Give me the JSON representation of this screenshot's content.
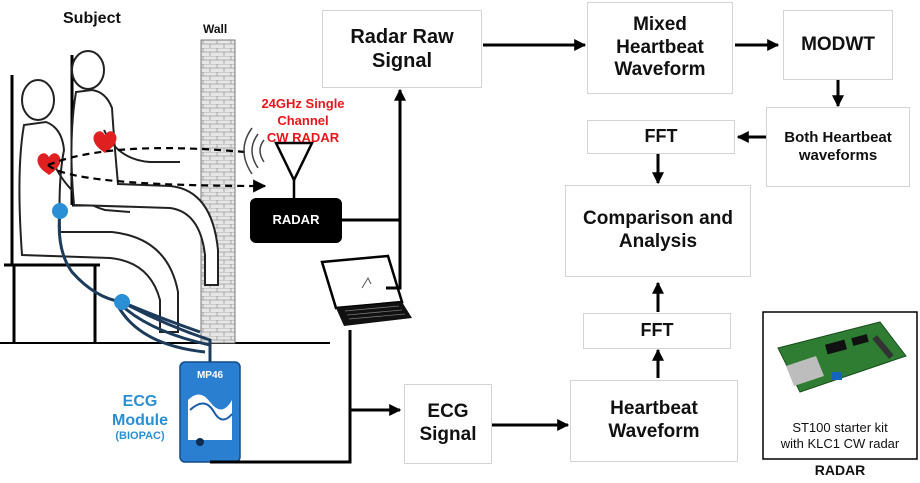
{
  "labels": {
    "subject": "Subject",
    "wall": "Wall",
    "radar_title_line1": "24GHz Single Channel",
    "radar_title_line2": "CW RADAR",
    "radar_box": "RADAR",
    "ecg_module_line1": "ECG",
    "ecg_module_line2": "Module",
    "ecg_module_brand": "(BIOPAC)",
    "device_model": "MP46",
    "kit_caption_line1": "ST100 starter kit",
    "kit_caption_line2": "with KLC1 CW radar",
    "kit_title": "RADAR"
  },
  "blocks": {
    "radar_raw_signal": "Radar Raw Signal",
    "mixed_heartbeat_waveform": "Mixed Heartbeat Waveform",
    "modwt": "MODWT",
    "both_heartbeat_waveforms": "Both Heartbeat waveforms",
    "fft_top": "FFT",
    "comparison_analysis": "Comparison and Analysis",
    "fft_bottom": "FFT",
    "ecg_signal": "ECG Signal",
    "heartbeat_waveform": "Heartbeat Waveform"
  },
  "colors": {
    "radar_label": "#e8161b",
    "ecg_label": "#2a8fd1",
    "cable": "#1d3c5c",
    "sensor": "#2b8fd6",
    "device_blue": "#2a7fd0",
    "heart": "#e02020",
    "pcb": "#2e7d32"
  }
}
